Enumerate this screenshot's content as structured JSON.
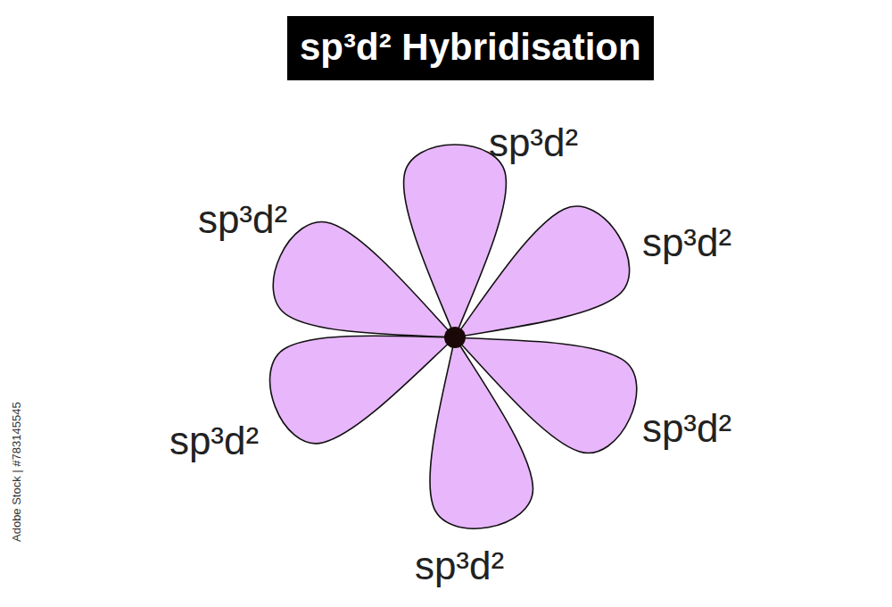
{
  "diagram": {
    "title": "sp³d² Hybridisation",
    "labels": [
      "sp³d²",
      "sp³d²",
      "sp³d²",
      "sp³d²",
      "sp³d²",
      "sp³d²",
      "Adobe Stock | #783145545"
    ]
  }
}
